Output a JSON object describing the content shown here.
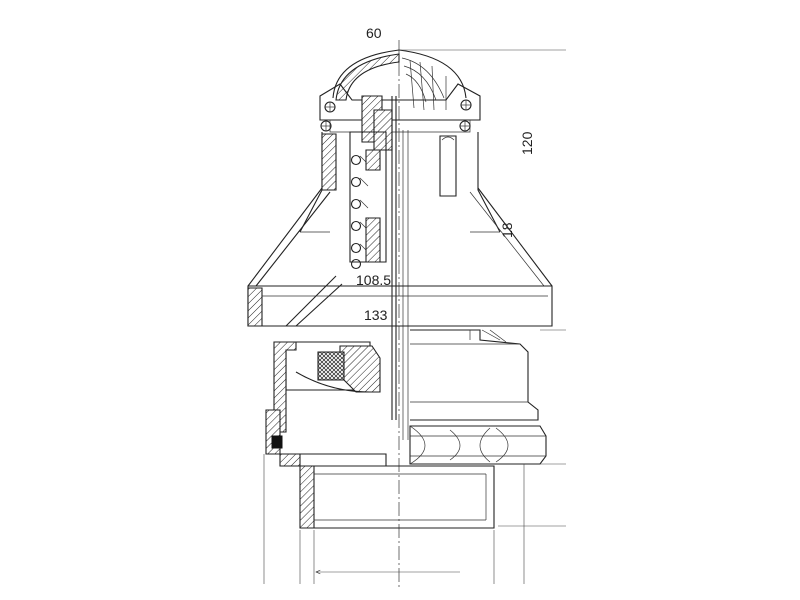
{
  "drawing": {
    "dimensions": {
      "top_width": "60",
      "upper_height": "120",
      "cone_depth": "18",
      "inner_diameter": "108.5",
      "outer_diameter": "133"
    }
  }
}
